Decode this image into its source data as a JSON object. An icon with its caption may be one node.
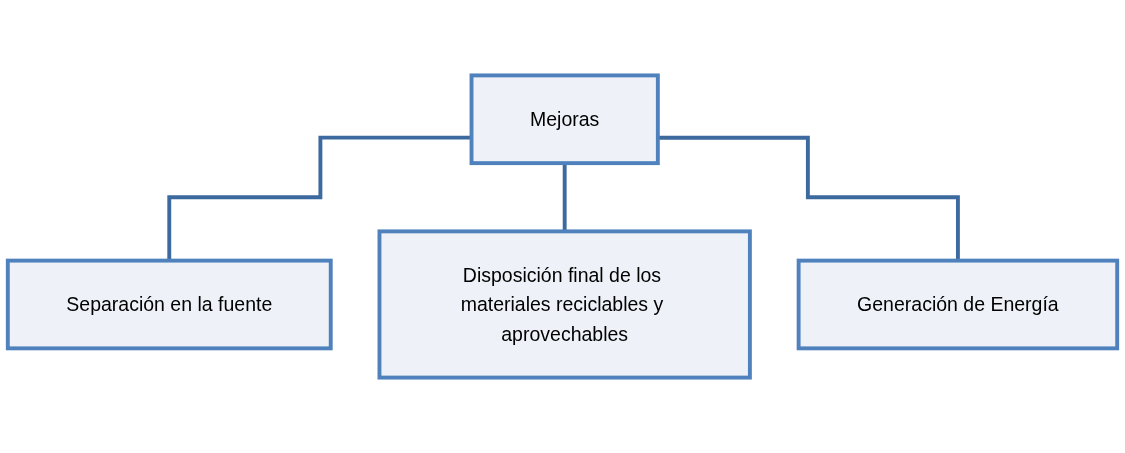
{
  "diagram": {
    "nodes": [
      {
        "text": [
          "Mejoras"
        ]
      },
      {
        "text": [
          "Separación en la fuente"
        ]
      },
      {
        "text": [
          "Disposición final de los materiales reciclables y aprovechables"
        ]
      },
      {
        "text": [
          "Generación de Energía"
        ]
      }
    ],
    "edges": [
      {
        "from": 0,
        "to": 1,
        "arrow": "none"
      },
      {
        "from": 0,
        "to": 2,
        "arrow": "none"
      },
      {
        "from": 0,
        "to": 3,
        "arrow": "none"
      }
    ]
  }
}
